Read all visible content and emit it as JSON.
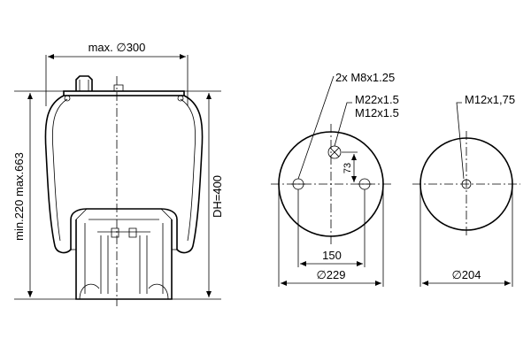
{
  "side_view": {
    "max_diameter": "max. ∅300",
    "height_range": "min.220 max.663",
    "design_height": "DH=400"
  },
  "top_plate": {
    "holes_label": "2x M8x1.25",
    "center_thread_1": "M22x1.5",
    "center_thread_2": "M12x1.5",
    "offset_dim": "73",
    "hole_spacing": "150",
    "diameter": "∅229"
  },
  "bottom_plate": {
    "center_thread": "M12x1,75",
    "diameter": "∅204"
  }
}
